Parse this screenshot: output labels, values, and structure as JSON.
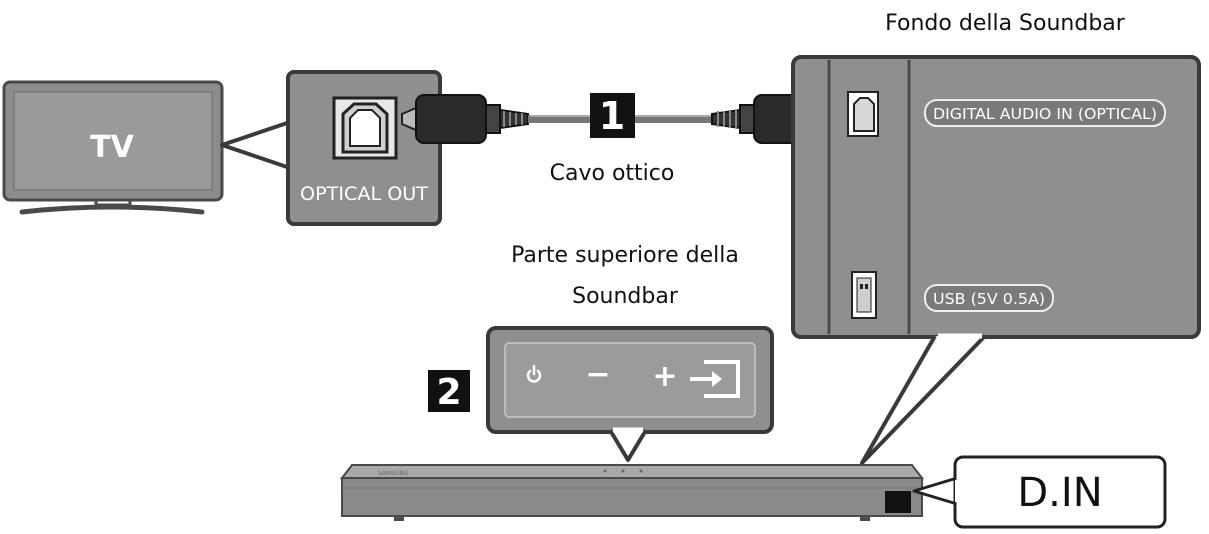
{
  "tv": {
    "label": "TV"
  },
  "optical_out": {
    "label": "OPTICAL OUT"
  },
  "cable": {
    "label": "Cavo ottico",
    "step": "1"
  },
  "bottom_panel": {
    "title": "Fondo della Soundbar",
    "digital_audio_in": "DIGITAL AUDIO IN (OPTICAL)",
    "usb": "USB (5V 0.5A)"
  },
  "top_panel": {
    "title_line1": "Parte superiore della",
    "title_line2": "Soundbar",
    "step": "2",
    "buttons": {
      "power": "power-icon",
      "minus": "−",
      "plus": "+",
      "source": "source-input-icon"
    }
  },
  "soundbar": {
    "brand": "SAMSUNG"
  },
  "display": {
    "label": "D.IN"
  }
}
